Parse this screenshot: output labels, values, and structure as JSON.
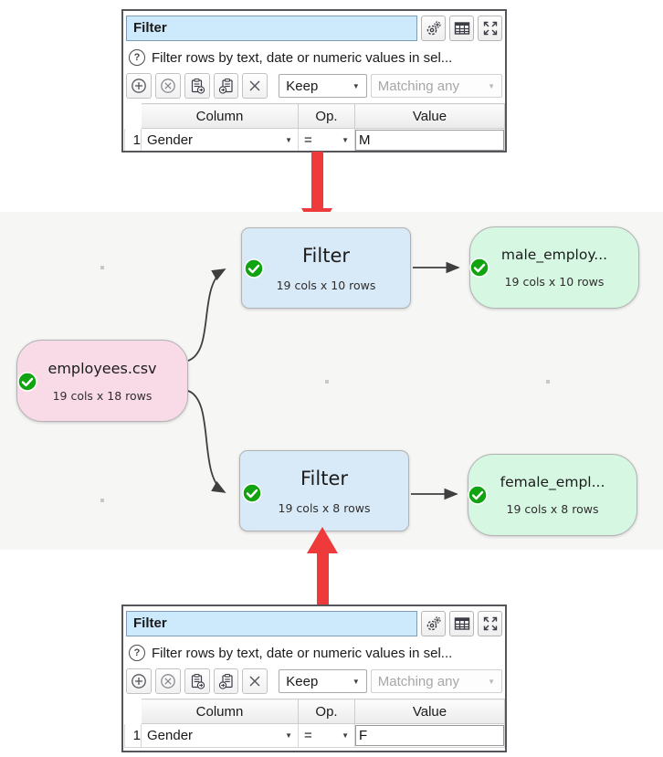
{
  "panels": [
    {
      "title": "Filter",
      "description": "Filter rows by text, date or numeric values in sel...",
      "keep_value": "Keep",
      "matching_value": "Matching any",
      "table": {
        "headers": [
          "Column",
          "Op.",
          "Value"
        ],
        "row": {
          "number": "1",
          "column": "Gender",
          "op": "=",
          "value": "M"
        }
      }
    },
    {
      "title": "Filter",
      "description": "Filter rows by text, date or numeric values in sel...",
      "keep_value": "Keep",
      "matching_value": "Matching any",
      "table": {
        "headers": [
          "Column",
          "Op.",
          "Value"
        ],
        "row": {
          "number": "1",
          "column": "Gender",
          "op": "=",
          "value": "F"
        }
      }
    }
  ],
  "graph": {
    "nodes": {
      "source": {
        "title": "employees.csv",
        "subtitle": "19 cols x 18 rows"
      },
      "filter_top": {
        "title": "Filter",
        "subtitle": "19 cols x 10 rows"
      },
      "output_top": {
        "title": "male_employ...",
        "subtitle": "19 cols x 10 rows"
      },
      "filter_bottom": {
        "title": "Filter",
        "subtitle": "19 cols x 8 rows"
      },
      "output_bottom": {
        "title": "female_empl...",
        "subtitle": "19 cols x 8 rows"
      }
    }
  },
  "icons": {
    "settings": "gear",
    "table_view": "grid-table",
    "expand": "arrows-out",
    "add_row": "plus-circle",
    "remove_row": "x-circle",
    "copy_rows": "clipboard-arrow-out",
    "paste_rows": "clipboard-arrow-in",
    "delete": "x",
    "help": "question-circle",
    "status_ok": "check-circle"
  },
  "colors": {
    "title_input_bg": "#cde9fc",
    "node_source": "#f9dbe7",
    "node_transform": "#d8e9f8",
    "node_output": "#d6f7e2",
    "status_green": "#12a312",
    "annotation_red": "#ee3a3a",
    "canvas_bg": "#f6f6f5"
  }
}
